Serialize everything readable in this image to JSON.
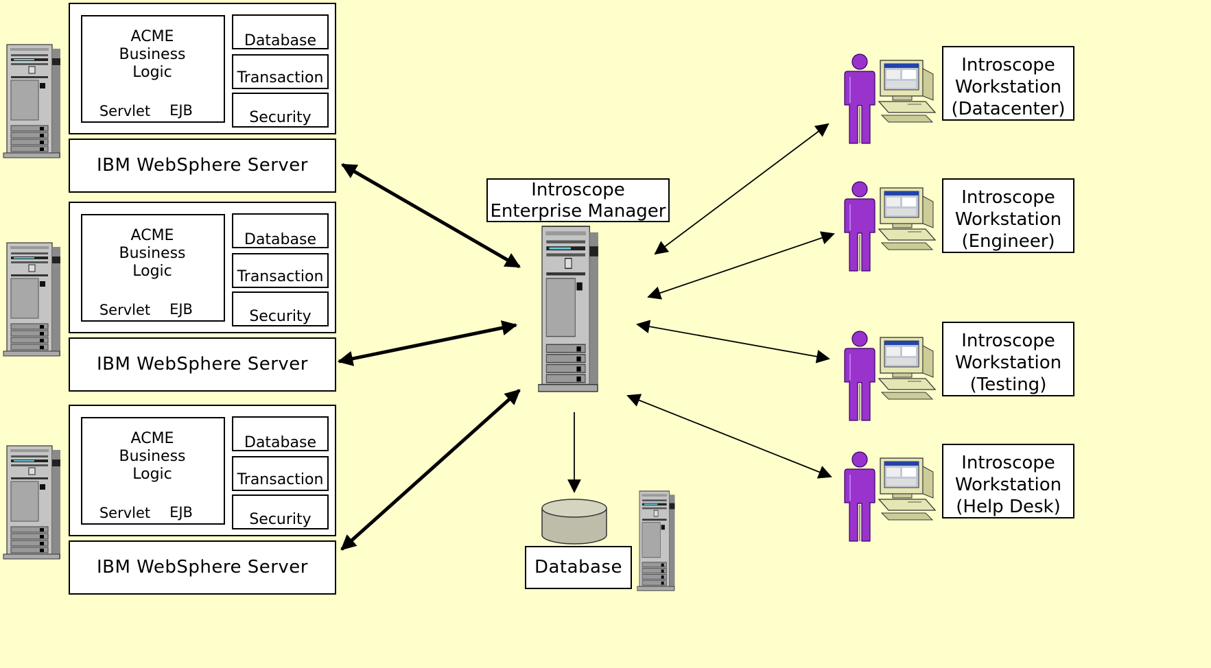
{
  "app_servers": [
    {
      "logic_label": "ACME\nBusiness\nLogic",
      "servlet_label": "Servlet",
      "ejb_label": "EJB",
      "services": [
        "Database",
        "Transaction",
        "Security"
      ],
      "server_label": "IBM WebSphere Server"
    },
    {
      "logic_label": "ACME\nBusiness\nLogic",
      "servlet_label": "Servlet",
      "ejb_label": "EJB",
      "services": [
        "Database",
        "Transaction",
        "Security"
      ],
      "server_label": "IBM WebSphere Server"
    },
    {
      "logic_label": "ACME\nBusiness\nLogic",
      "servlet_label": "Servlet",
      "ejb_label": "EJB",
      "services": [
        "Database",
        "Transaction",
        "Security"
      ],
      "server_label": "IBM WebSphere Server"
    }
  ],
  "enterprise_manager": {
    "label": "Introscope\nEnterprise Manager"
  },
  "database": {
    "label": "Database"
  },
  "workstations": [
    {
      "label": "Introscope\nWorkstation\n(Datacenter)"
    },
    {
      "label": "Introscope\nWorkstation\n(Engineer)"
    },
    {
      "label": "Introscope\nWorkstation\n(Testing)"
    },
    {
      "label": "Introscope\nWorkstation\n(Help Desk)"
    }
  ],
  "colors": {
    "background": "#ffffcc",
    "person": "#9933cc",
    "tower": "#b8b8b8",
    "database_cylinder": "#bdbdaa",
    "monitor": "#e6e6b4"
  }
}
